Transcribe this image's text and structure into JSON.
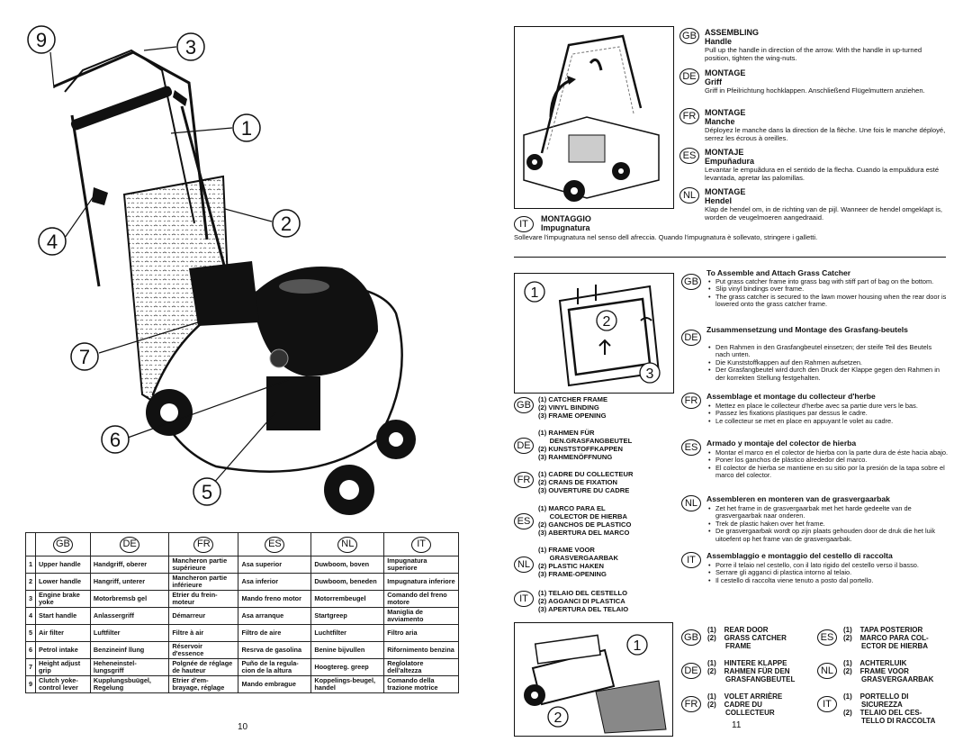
{
  "left_page": {
    "callouts": [
      "9",
      "3",
      "1",
      "2",
      "4",
      "7",
      "6",
      "5"
    ],
    "table": {
      "headers": [
        "GB",
        "DE",
        "FR",
        "ES",
        "NL",
        "IT"
      ],
      "rows": [
        {
          "num": "1",
          "cells": [
            "Upper handle",
            "Handgriff, oberer",
            "Mancheron partie supérieure",
            "Asa superior",
            "Duwboom, boven",
            "Impugnatura superiore"
          ]
        },
        {
          "num": "2",
          "cells": [
            "Lower handle",
            "Hangriff, unterer",
            "Mancheron partie inférieure",
            "Asa inferior",
            "Duwboom, beneden",
            "Impugnatura inferiore"
          ]
        },
        {
          "num": "3",
          "cells": [
            "Engine brake yoke",
            "Motorbremsb gel",
            "Etrier du frein-moteur",
            "Mando freno motor",
            "Motorrembeugel",
            "Comando del freno motore"
          ]
        },
        {
          "num": "4",
          "cells": [
            "Start handle",
            "Anlassergriff",
            "Démarreur",
            "Asa arranque",
            "Startgreep",
            "Maniglia de avviamento"
          ]
        },
        {
          "num": "5",
          "cells": [
            "Air filter",
            "Luftfilter",
            "Filtre à air",
            "Filtro de aire",
            "Luchtfilter",
            "Filtro aria"
          ]
        },
        {
          "num": "6",
          "cells": [
            "Petrol intake",
            "Benzineinf llung",
            "Réservoir d'essence",
            "Resrva de gasolina",
            "Benine bijvullen",
            "Rifornimento benzina"
          ]
        },
        {
          "num": "7",
          "cells": [
            "Height adjust grip",
            "Heheneinstel-lungsgriff",
            "Polgnée de réglage de hauteur",
            "Puño de la regula-cion de la altura",
            "Hoogtereg. greep",
            "Reglolatore dell'altezza"
          ]
        },
        {
          "num": "9",
          "cells": [
            "Clutch yoke-control lever",
            "Kupplungsbuügel, Regelung",
            "Etrier d'em-brayage, réglage",
            "Mando embrague",
            "Koppelings-beugel, handel",
            "Comando della trazione motrice"
          ]
        }
      ]
    },
    "page_number": "10"
  },
  "right_page": {
    "assembling": {
      "languages": [
        {
          "code": "GB",
          "title": "ASSEMBLING",
          "sub": "Handle",
          "text": "Pull up the handle in direction of the arrow.  With the handle in up-turned position, tighten the wing-nuts."
        },
        {
          "code": "DE",
          "title": "MONTAGE",
          "sub": "Griff",
          "text": "Griff in Pfeilrichtung hochklappen.  Anschließend Flügelmuttern anziehen."
        },
        {
          "code": "FR",
          "title": "MONTAGE",
          "sub": "Manche",
          "text": "Déployez le manche dans la direction de la flèche.  Une fois le manche déployé, serrez les écrous à oreilles."
        },
        {
          "code": "ES",
          "title": "MONTAJE",
          "sub": "Empuñadura",
          "text": "Levantar le empuãdura en el sentido de la flecha.  Cuando la empuãdura esté levantada, apretar las palomillas."
        },
        {
          "code": "NL",
          "title": "MONTAGE",
          "sub": "Hendel",
          "text": "Klap de hendel om, in de richting van de pijl.  Wanneer de hendel omgeklapt is, worden de veugelmoeren aangedraaid."
        }
      ],
      "italian": {
        "code": "IT",
        "title": "MONTAGGIO",
        "sub": "Impugnatura",
        "text": "Sollevare l'impugnatura nel senso dell afreccia. Quando l'impugnatura è sollevato, stringere i galletti."
      }
    },
    "catcher_callouts": [
      "1",
      "2",
      "3"
    ],
    "parts_lists": [
      {
        "code": "GB",
        "text": "(1) CATCHER FRAME\n(2) VINYL BINDING\n(3) FRAME OPENING"
      },
      {
        "code": "DE",
        "text": "(1) RAHMEN FÜR\n      DEN.GRASFANGBEUTEL\n(2) KUNSTSTOFFKAPPEN\n(3) RAHMENÖFFNUNG"
      },
      {
        "code": "FR",
        "text": "(1) CADRE DU COLLECTEUR\n(2) CRANS DE FIXATION\n(3) OUVERTURE DU CADRE"
      },
      {
        "code": "ES",
        "text": "(1) MARCO PARA EL\n      COLECTOR DE HIERBA\n(2) GANCHOS DE PLASTICO\n(3) ABERTURA DEL MARCO"
      },
      {
        "code": "NL",
        "text": "(1) FRAME VOOR\n      GRASVERGAARBAK\n(2) PLASTIC HAKEN\n(3) FRAME-OPENING"
      },
      {
        "code": "IT",
        "text": "(1) TELAIO DEL CESTELLO\n(2) AGGANCI DI PLASTICA\n(3) APERTURA DEL TELAIO"
      }
    ],
    "instructions": [
      {
        "code": "GB",
        "heading": "To Assemble and Attach Grass Catcher",
        "bullets": [
          "Put grass catcher frame into grass bag with stiff part of bag on the bottom.",
          "Slip vinyl bindings over frame.",
          "The grass catcher is secured to the lawn mower housing when the rear door is lowered onto the grass catcher frame."
        ]
      },
      {
        "code": "DE",
        "heading": "Zusammensetzung und Montage des Grasfang-beutels",
        "bullets": [
          "Den Rahmen in den Grasfangbeutel einsetzen; der steife Teil des Beutels nach unten.",
          "Die Kunststoffkappen auf den Rahmen aufsetzen.",
          "Der Grasfangbeutel wird durch den Druck der Klappe gegen den Rahmen in der korrekten Stellung festgehalten."
        ]
      },
      {
        "code": "FR",
        "heading": "Assemblage et montage du collecteur d'herbe",
        "bullets": [
          "Mettez en place le collecteur d'herbe avec sa partie dure vers le bas.",
          "Passez les fixations plastiques par dessus le cadre.",
          "Le collecteur se met en place en appuyant le volet au cadre."
        ]
      },
      {
        "code": "ES",
        "heading": "Armado y montaje del colector de hierba",
        "bullets": [
          "Montar el marco en el colector de hierba con la parte dura de éste hacia abajo.",
          "Poner los ganchos de plástico alrededor del marco.",
          "El colector de hierba se mantiene en su sitio por la presión de la tapa sobre el marco del colector."
        ]
      },
      {
        "code": "NL",
        "heading": "Assembleren en monteren van de grasvergaarbak",
        "bullets": [
          "Zet het frame in de grasvergaarbak met het harde gedeelte van de grasvergaarbak naar onderen.",
          "Trek de plastic haken over het frame.",
          "De grasvergaarbak wordt op zijn plaats gehouden door de druk die het luik uitoefent op het frame van de grasvergaarbak."
        ]
      },
      {
        "code": "IT",
        "heading": "Assemblaggio e montaggio del cestello di raccolta",
        "bullets": [
          "Porre il telaio nel cestello, con il lato rigido del cestello verso il basso.",
          "Serrare gli agganci di plastica intorno al telaio.",
          "Il cestello di raccolta viene tenuto a posto dal portello."
        ]
      }
    ],
    "door_callouts": [
      "1",
      "2"
    ],
    "door_legends": [
      {
        "code": "GB",
        "text": "(1)    REAR DOOR\n(2)    GRASS CATCHER\n         FRAME"
      },
      {
        "code": "ES",
        "text": "(1)    TAPA POSTERIOR\n(2)    MARCO PARA COL-\n         ECTOR DE HIERBA"
      },
      {
        "code": "DE",
        "text": "(1)    HINTERE KLAPPE\n(2)    RAHMEN FÜR DEN\n         GRASFANGBEUTEL"
      },
      {
        "code": "NL",
        "text": "(1)    ACHTERLUIK\n(2)    FRAME VOOR\n         GRASVERGAARBAK"
      },
      {
        "code": "FR",
        "text": "(1)    VOLET ARRIÈRE\n(2)    CADRE DU\n         COLLECTEUR"
      },
      {
        "code": "IT",
        "text": "(1)    PORTELLO DI\n         SICUREZZA\n(2)    TELAIO DEL CES-\n         TELLO DI RACCOLTA"
      }
    ],
    "page_number": "11"
  }
}
